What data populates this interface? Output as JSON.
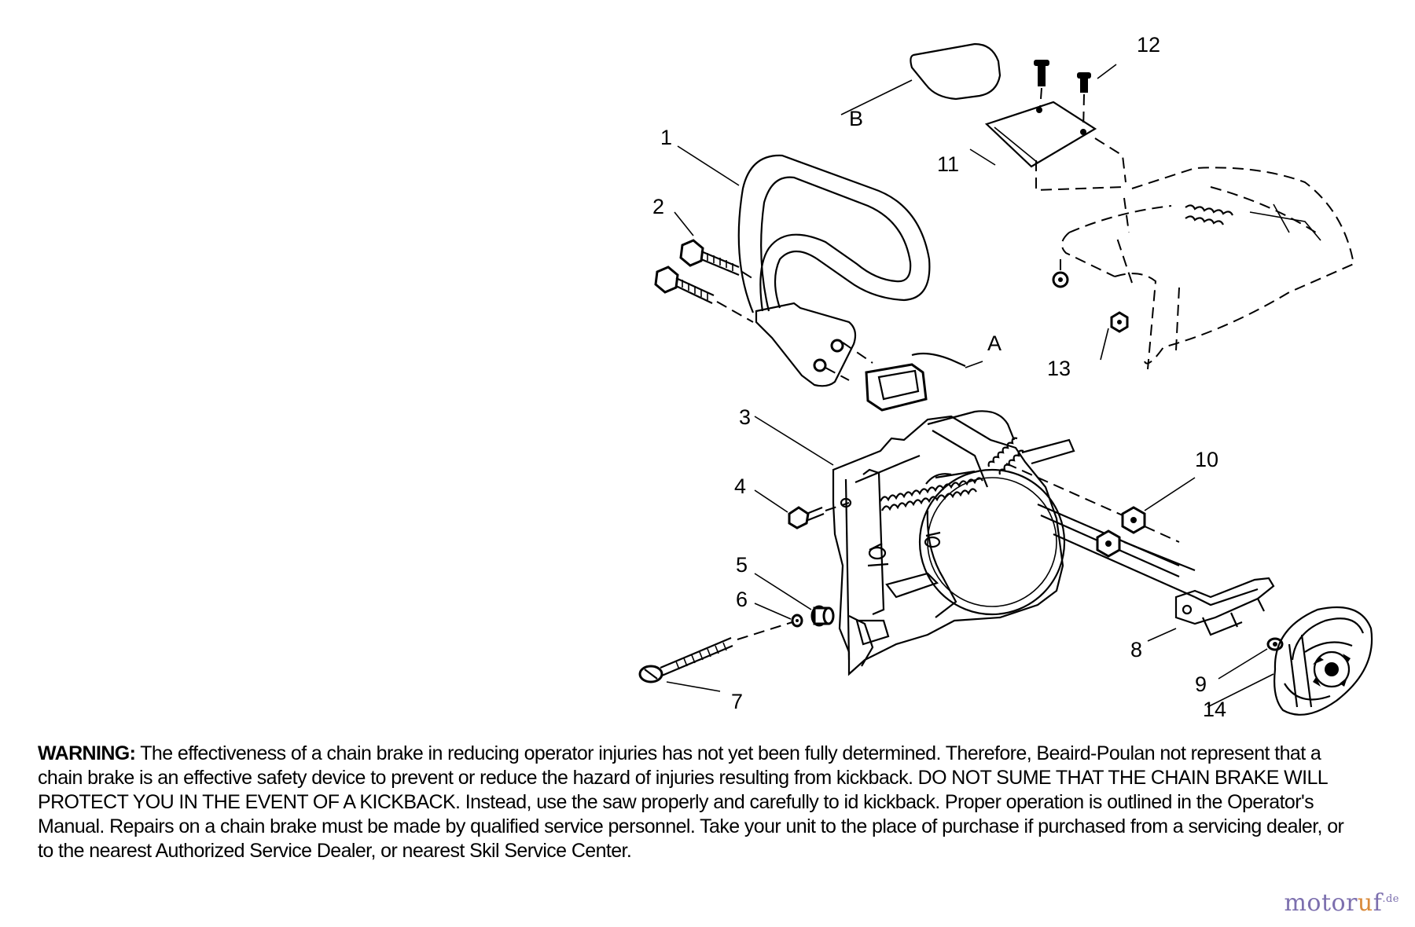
{
  "labels": {
    "p1": "1",
    "p2": "2",
    "p3": "3",
    "p4": "4",
    "p5": "5",
    "p6": "6",
    "p7": "7",
    "p8": "8",
    "p9": "9",
    "p10": "10",
    "p11": "11",
    "p12": "12",
    "p13": "13",
    "p14": "14",
    "pA": "A",
    "pB": "B"
  },
  "warning": {
    "label": "WARNING:",
    "text": "The effectiveness of a chain brake in reducing operator injuries has not yet been fully determined. Therefore, Beaird-Poulan not represent that a chain brake is an effective safety device to prevent or reduce the hazard of injuries resulting from kickback. DO NOT SUME THAT THE CHAIN BRAKE WILL PROTECT YOU IN THE EVENT OF A KICKBACK. Instead, use the saw properly and carefully to id kickback. Proper operation is outlined in the Operator's Manual. Repairs on a chain brake must be made by qualified service personnel. Take your unit to the place of purchase if purchased from a servicing dealer, or to the nearest Authorized Service Dealer, or nearest Skil Service Center."
  },
  "watermark": {
    "main": "motor",
    "accent": "u",
    "end": "f",
    "suffix": ".de"
  }
}
